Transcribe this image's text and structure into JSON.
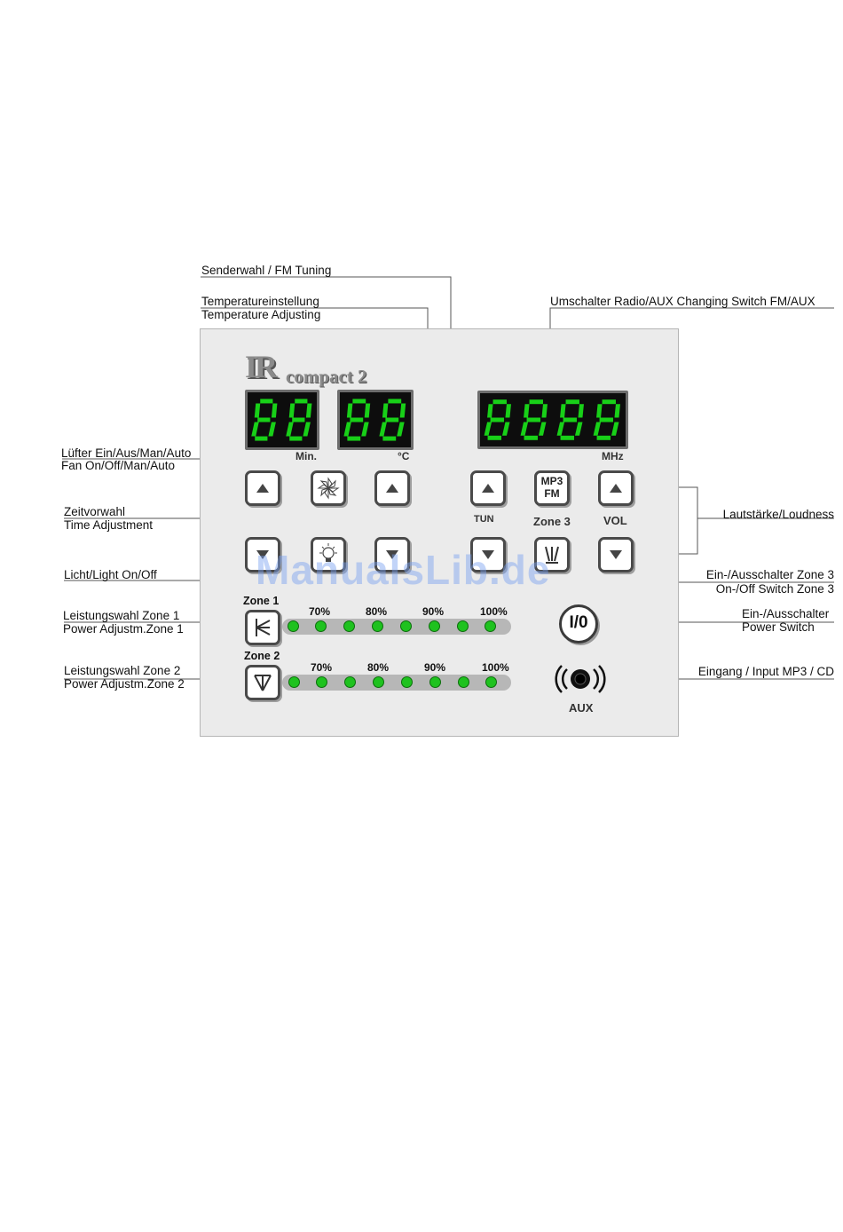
{
  "annotations": {
    "fm_tuning": "Senderwahl / FM Tuning",
    "temp_de": "Temperatureinstellung",
    "temp_en": "Temperature Adjusting",
    "switch_fm_aux": "Umschalter Radio/AUX Changing Switch FM/AUX",
    "fan_de": "Lüfter Ein/Aus/Man/Auto",
    "fan_en": "Fan On/Off/Man/Auto",
    "time_de": "Zeitvorwahl",
    "time_en": "Time Adjustment",
    "loudness": "Lautstärke/Loudness",
    "light": "Licht/Light On/Off",
    "zone3_de": "Ein-/Ausschalter Zone 3",
    "zone3_en": "On-/Off Switch Zone 3",
    "power_z1_de": "Leistungswahl Zone 1",
    "power_z1_en": "Power Adjustm.Zone 1",
    "power_switch_de": "Ein-/Ausschalter",
    "power_switch_en": "Power Switch",
    "power_z2_de": "Leistungswahl Zone 2",
    "power_z2_en": "Power Adjustm.Zone 2",
    "input_mp3": "Eingang / Input MP3 / CD"
  },
  "panel": {
    "logo_ir": "IR",
    "logo_model": "compact 2",
    "display_time": "88",
    "display_temp": "88",
    "display_freq": "8888",
    "unit_min": "Min.",
    "unit_c": "°C",
    "unit_mhz": "MHz",
    "mp3_label": "MP3",
    "fm_label": "FM",
    "tun_label": "TUN",
    "zone3_label": "Zone 3",
    "vol_label": "VOL",
    "zone1_label": "Zone 1",
    "zone2_label": "Zone 2",
    "pct_labels": [
      "70%",
      "80%",
      "90%",
      "100%"
    ],
    "power_label": "I/0",
    "aux_label": "AUX",
    "led_color": "#1fc21f",
    "display_digit_color": "#18d018"
  },
  "watermark": "ManualsLib.de"
}
